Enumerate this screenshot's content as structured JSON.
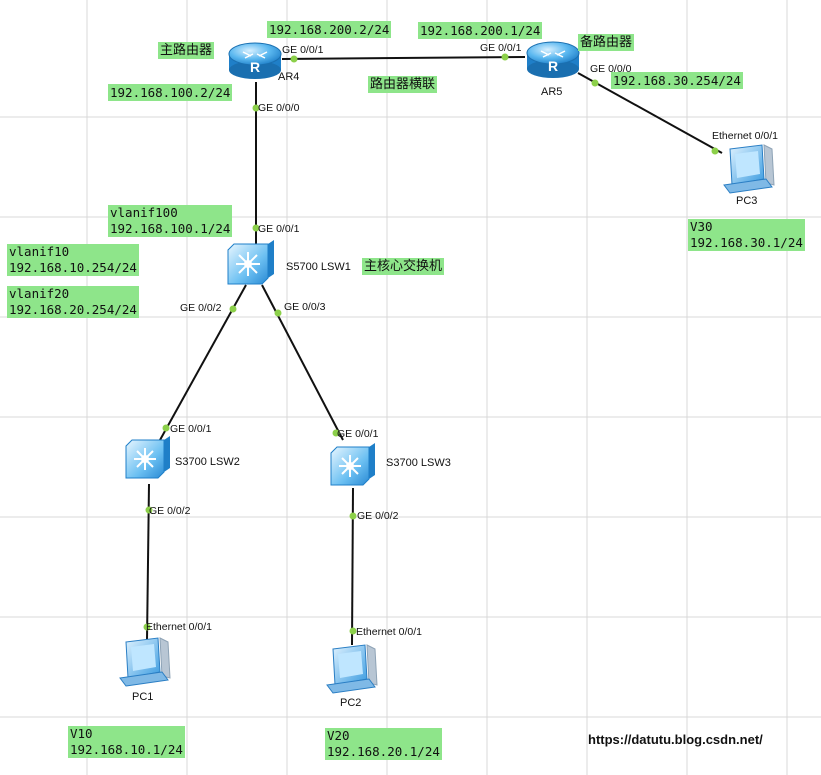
{
  "devices": {
    "ar4": {
      "name": "AR4",
      "role": "主路由器"
    },
    "ar5": {
      "name": "AR5",
      "role": "备路由器"
    },
    "lsw1": {
      "name": "S5700 LSW1",
      "role": "主核心交换机"
    },
    "lsw2": {
      "name": "S3700 LSW2"
    },
    "lsw3": {
      "name": "S3700 LSW3"
    },
    "pc1": {
      "name": "PC1"
    },
    "pc2": {
      "name": "PC2"
    },
    "pc3": {
      "name": "PC3"
    }
  },
  "ports": {
    "ar4_ge001": "GE 0/0/1",
    "ar5_ge001": "GE 0/0/1",
    "ar4_ge000": "GE 0/0/0",
    "ar5_ge000": "GE 0/0/0",
    "lsw1_ge001": "GE 0/0/1",
    "lsw1_ge002": "GE 0/0/2",
    "lsw1_ge003": "GE 0/0/3",
    "lsw2_ge001": "GE 0/0/1",
    "lsw2_ge002": "GE 0/0/2",
    "lsw3_ge001": "GE 0/0/1",
    "lsw3_ge002": "GE 0/0/2",
    "pc1_eth": "Ethernet 0/0/1",
    "pc2_eth": "Ethernet 0/0/1",
    "pc3_eth": "Ethernet 0/0/1"
  },
  "labels": {
    "ar4_ip_200": "192.168.200.2/24",
    "ar5_ip_200": "192.168.200.1/24",
    "ar4_ip_100": "192.168.100.2/24",
    "ar5_ip_30": "192.168.30.254/24",
    "link_note": "路由器横联",
    "vlanif100_name": "vlanif100",
    "vlanif100_ip": "192.168.100.1/24",
    "vlanif10_name": "vlanif10",
    "vlanif10_ip": "192.168.10.254/24",
    "vlanif20_name": "vlanif20",
    "vlanif20_ip": "192.168.20.254/24",
    "pc3_vlan": "V30",
    "pc3_ip": "192.168.30.1/24",
    "pc1_vlan": "V10",
    "pc1_ip": "192.168.10.1/24",
    "pc2_vlan": "V20",
    "pc2_ip": "192.168.20.1/24"
  },
  "watermark": "https://datutu.blog.csdn.net/",
  "colors": {
    "label_bg": "#8ee58a",
    "port_dot": "#8cd04a",
    "device_blue": "#3aa0e8",
    "grid": "#d9d9d9"
  }
}
